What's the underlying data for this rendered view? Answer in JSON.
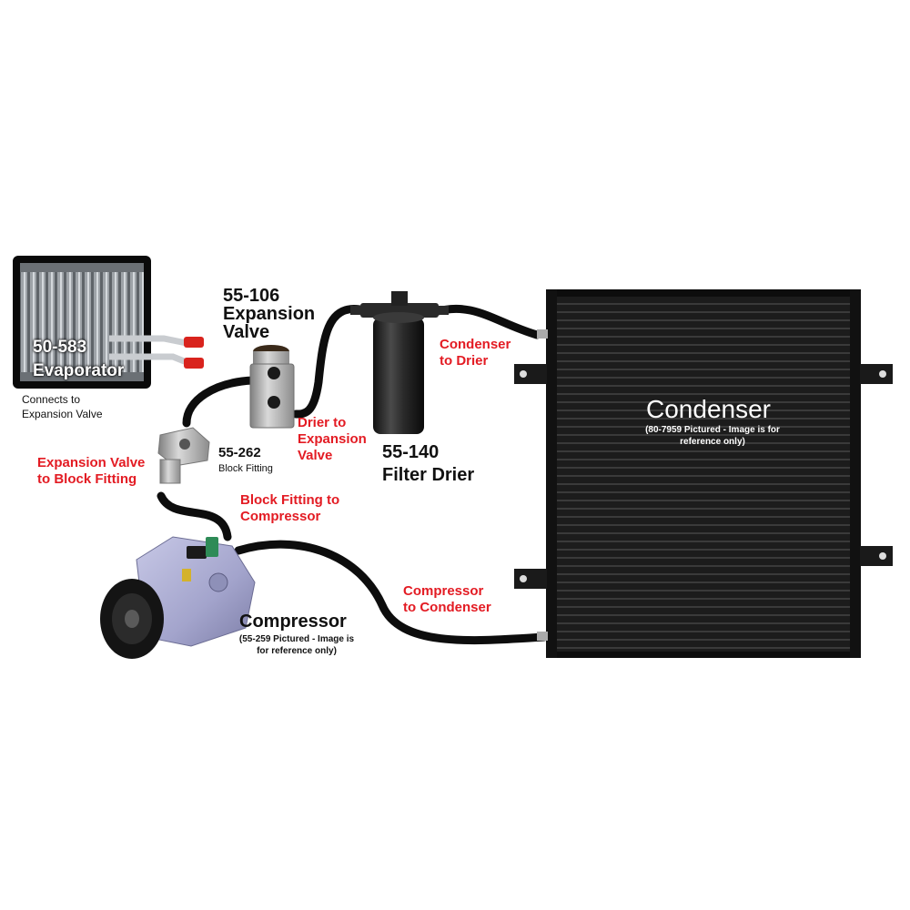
{
  "evaporator": {
    "part_number": "50-583",
    "name": "Evaporator",
    "note_line1": "Connects to",
    "note_line2": "Expansion Valve"
  },
  "expansion_valve": {
    "part_number": "55-106",
    "name_line1": "Expansion",
    "name_line2": "Valve"
  },
  "block_fitting": {
    "part_number": "55-262",
    "name": "Block Fitting"
  },
  "filter_drier": {
    "part_number": "55-140",
    "name": "Filter Drier"
  },
  "compressor": {
    "name": "Compressor",
    "note_line1": "(55-259 Pictured - Image is",
    "note_line2": "for reference only)"
  },
  "condenser": {
    "name": "Condenser",
    "note_line1": "(80-7959 Pictured - Image is for",
    "note_line2": "reference only)"
  },
  "connections": {
    "condenser_to_drier": {
      "line1": "Condenser",
      "line2": "to Drier"
    },
    "drier_to_expansion": {
      "line1": "Drier to",
      "line2": "Expansion",
      "line3": "Valve"
    },
    "expansion_to_block": {
      "line1": "Expansion Valve",
      "line2": "to Block Fitting"
    },
    "block_to_compressor": {
      "line1": "Block Fitting to",
      "line2": "Compressor"
    },
    "compressor_to_condenser": {
      "line1": "Compressor",
      "line2": "to Condenser"
    }
  },
  "colors": {
    "label_red": "#e31b23",
    "hose": "#0d0d0d",
    "compressor_body": "#a8a9cf",
    "condenser_core": "#1c1c1c"
  }
}
